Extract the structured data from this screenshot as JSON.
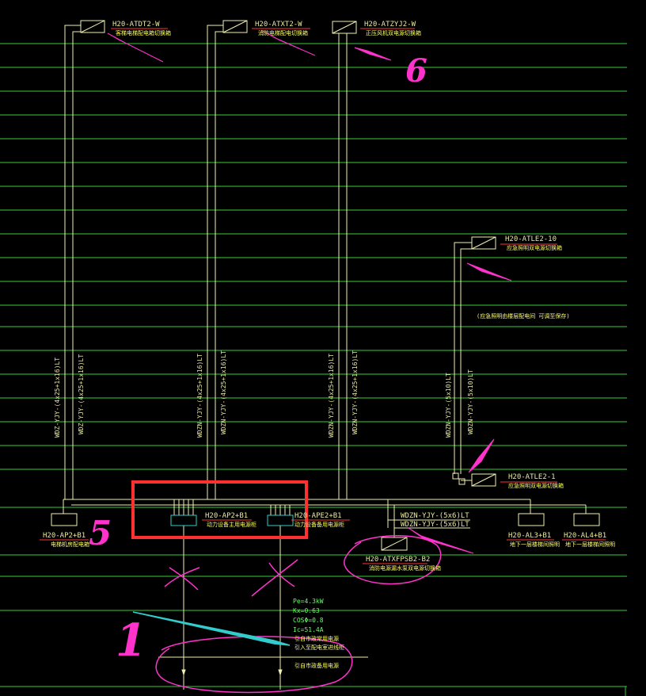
{
  "panels_top": [
    {
      "code": "H20-ATDT2-W",
      "desc": "客梯电梯配电箱切换箱"
    },
    {
      "code": "H20-ATXT2-W",
      "desc": "消防电梯配电切换箱"
    },
    {
      "code": "H20-ATZYJ2-W",
      "desc": "正压风机双电源切换箱"
    }
  ],
  "panels_right": [
    {
      "code": "H20-ATLE2-10",
      "desc": "应急照明双电源切换箱"
    },
    {
      "code": "H20-ATLE2-1",
      "desc": "应急照明双电源切换箱"
    }
  ],
  "note_right": "(应急照明由楼层配电间 可调至保存)",
  "cables_vertical": [
    "WDZ-YJY-(4x25+1x16)LT",
    "WDZ-YJY-(4x25+1x16)LT",
    "WDZN-YJY-(4x25+1x16)LT",
    "WDZN-YJY-(4x25+1x16)LT",
    "WDZN-YJY-(4x25+1x16)LT",
    "WDZN-YJY-(4x25+1x16)LT",
    "WDZN-YJY-(5x10)LT",
    "WDZN-YJY-(5x10)LT"
  ],
  "bottom_panels": [
    {
      "code": "H20-AP2+B1",
      "desc": "电梯机房配电箱"
    },
    {
      "code": "H20-AP2+B1",
      "desc": "动力设备主用电源柜"
    },
    {
      "code": "H20-APE2+B1",
      "desc": "动力设备备用电源柜"
    },
    {
      "code": "H20-ATXFPSB2-B2",
      "desc": "消防电源漏水泵双电源切换箱"
    },
    {
      "code": "H20-AL3+B1",
      "desc": "地下一层楼梯间照明"
    },
    {
      "code": "H20-AL4+B1",
      "desc": "地下一层楼梯间照明"
    }
  ],
  "cables_horizontal": [
    "WDZN-YJY-(5x6)LT",
    "WDZN-YJY-(5x6)LT"
  ],
  "calc": {
    "pe": "Pe=4.3kW",
    "kx": "Kx=0.63",
    "cos": "COSΦ=0.8",
    "ic": "Ic=51.4A"
  },
  "calc_notes": [
    "引自市政常用电源",
    "引入至配电室进线柜",
    "引自市政备用电源"
  ],
  "annotations": {
    "n6": "6",
    "n5": "5",
    "n1": "1"
  },
  "colors": {
    "grid": "#33cc33",
    "wire": "#f0f0b0",
    "red_line": "#ff3333",
    "magenta": "#ff33cc",
    "cyan": "#33cccc",
    "highlight_box": "#ff3030",
    "green_text": "#66ff66"
  }
}
